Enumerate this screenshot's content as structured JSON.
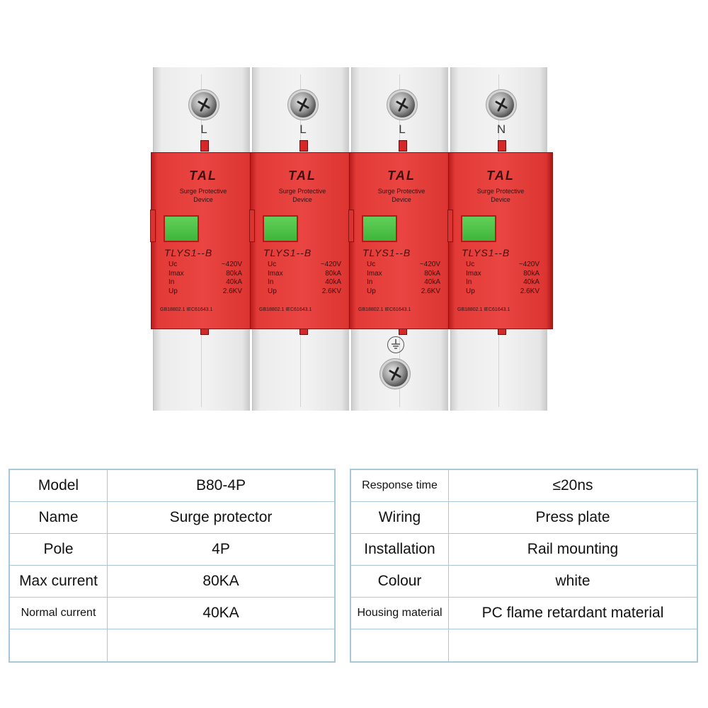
{
  "device": {
    "modules": [
      {
        "pole": "L",
        "brand": "TAL",
        "subtitle": "Surge Protective\nDevice",
        "model": "TLYS1--B",
        "specs": [
          [
            "Uc",
            "~420V"
          ],
          [
            "Imax",
            "80kA"
          ],
          [
            "In",
            "40kA"
          ],
          [
            "Up",
            "2.6KV"
          ]
        ],
        "standard": "GB18802.1 IEC61643.1"
      },
      {
        "pole": "L",
        "brand": "TAL",
        "subtitle": "Surge Protective\nDevice",
        "model": "TLYS1--B",
        "specs": [
          [
            "Uc",
            "~420V"
          ],
          [
            "Imax",
            "80kA"
          ],
          [
            "In",
            "40kA"
          ],
          [
            "Up",
            "2.6KV"
          ]
        ],
        "standard": "GB18802.1 IEC61643.1"
      },
      {
        "pole": "L",
        "brand": "TAL",
        "subtitle": "Surge Protective\nDevice",
        "model": "TLYS1--B",
        "specs": [
          [
            "Uc",
            "~420V"
          ],
          [
            "Imax",
            "80kA"
          ],
          [
            "In",
            "40kA"
          ],
          [
            "Up",
            "2.6KV"
          ]
        ],
        "standard": "GB18802.1 IEC61643.1"
      },
      {
        "pole": "N",
        "brand": "TAL",
        "subtitle": "Surge Protective\nDevice",
        "model": "TLYS1--B",
        "specs": [
          [
            "Uc",
            "~420V"
          ],
          [
            "Imax",
            "80kA"
          ],
          [
            "In",
            "40kA"
          ],
          [
            "Up",
            "2.6KV"
          ]
        ],
        "standard": "GB18802.1 IEC61643.1"
      }
    ],
    "colors": {
      "housing": "#f0f0f0",
      "module": "#e23a37",
      "indicator": "#4cc046"
    },
    "ground_icon": "earth-ground-icon"
  },
  "table_left": [
    {
      "key": "Model",
      "value": "B80-4P"
    },
    {
      "key": "Name",
      "value": "Surge protector"
    },
    {
      "key": "Pole",
      "value": "4P"
    },
    {
      "key": "Max current",
      "value": "80KA"
    },
    {
      "key": "Normal current",
      "value": "40KA"
    },
    {
      "key": "",
      "value": ""
    }
  ],
  "table_right": [
    {
      "key": "Response time",
      "value": "≤20ns"
    },
    {
      "key": "Wiring",
      "value": "Press plate"
    },
    {
      "key": "Installation",
      "value": "Rail mounting"
    },
    {
      "key": "Colour",
      "value": "white"
    },
    {
      "key": "Housing material",
      "value": "PC flame retardant material"
    },
    {
      "key": "",
      "value": ""
    }
  ],
  "table_border_color": "#a8c7da"
}
